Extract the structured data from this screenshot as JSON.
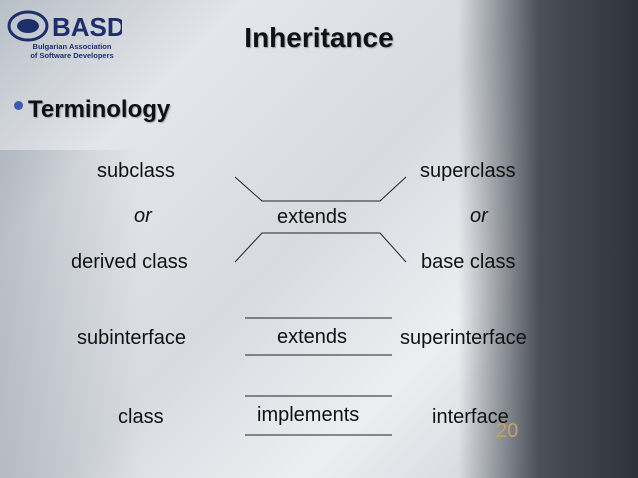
{
  "logo": {
    "name": "BASD",
    "org_line1": "Bulgarian Association",
    "org_line2": "of Software Developers"
  },
  "title": "Inheritance",
  "bullet": "Terminology",
  "rows": [
    {
      "left": "subclass",
      "middle": "",
      "right": "superclass"
    },
    {
      "left": "or",
      "middle": "extends",
      "right": "or"
    },
    {
      "left": "derived class",
      "middle": "",
      "right": "base class"
    },
    {
      "left": "subinterface",
      "middle": "extends",
      "right": "superinterface"
    },
    {
      "left": "class",
      "middle": "implements",
      "right": "interface"
    }
  ],
  "page_number": "20",
  "colors": {
    "bullet": "#3a5bb0",
    "title_shadow": "#9aa3b5",
    "page_number": "#c9a06a"
  }
}
